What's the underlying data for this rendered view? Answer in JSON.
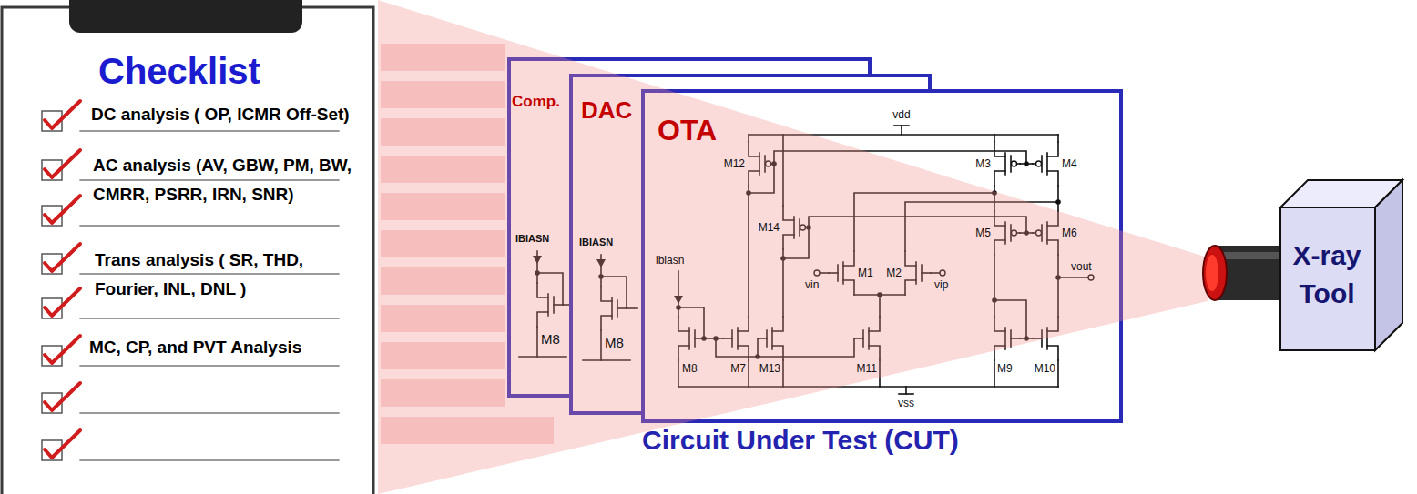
{
  "diagram": {
    "nodes": [
      {
        "text": [
          "Checklist",
          "DC analysis ( OP, ICMR Off-Set)",
          "AC analysis (AV, GBW, PM, BW, CMRR, PSRR, IRN, SNR)",
          "Trans analysis ( SR, THD, Fourier, INL, DNL )",
          "MC, CP, and PVT Analysis"
        ]
      },
      {
        "text": [
          "Comp."
        ]
      },
      {
        "text": [
          "DAC"
        ]
      },
      {
        "text": [
          "OTA"
        ]
      },
      {
        "text": [
          "X-ray Tool"
        ]
      }
    ],
    "labels": [
      "IBIASN",
      "M8",
      "IBIASN",
      "M8",
      "vdd",
      "M12",
      "M3",
      "M4",
      "M14",
      "M5",
      "M6",
      "vin",
      "vip",
      "M1",
      "M2",
      "vout",
      "ibiasn",
      "M8",
      "M7",
      "M13",
      "M11",
      "M9",
      "M10",
      "vss",
      "Circuit Under Test (CUT)"
    ]
  }
}
